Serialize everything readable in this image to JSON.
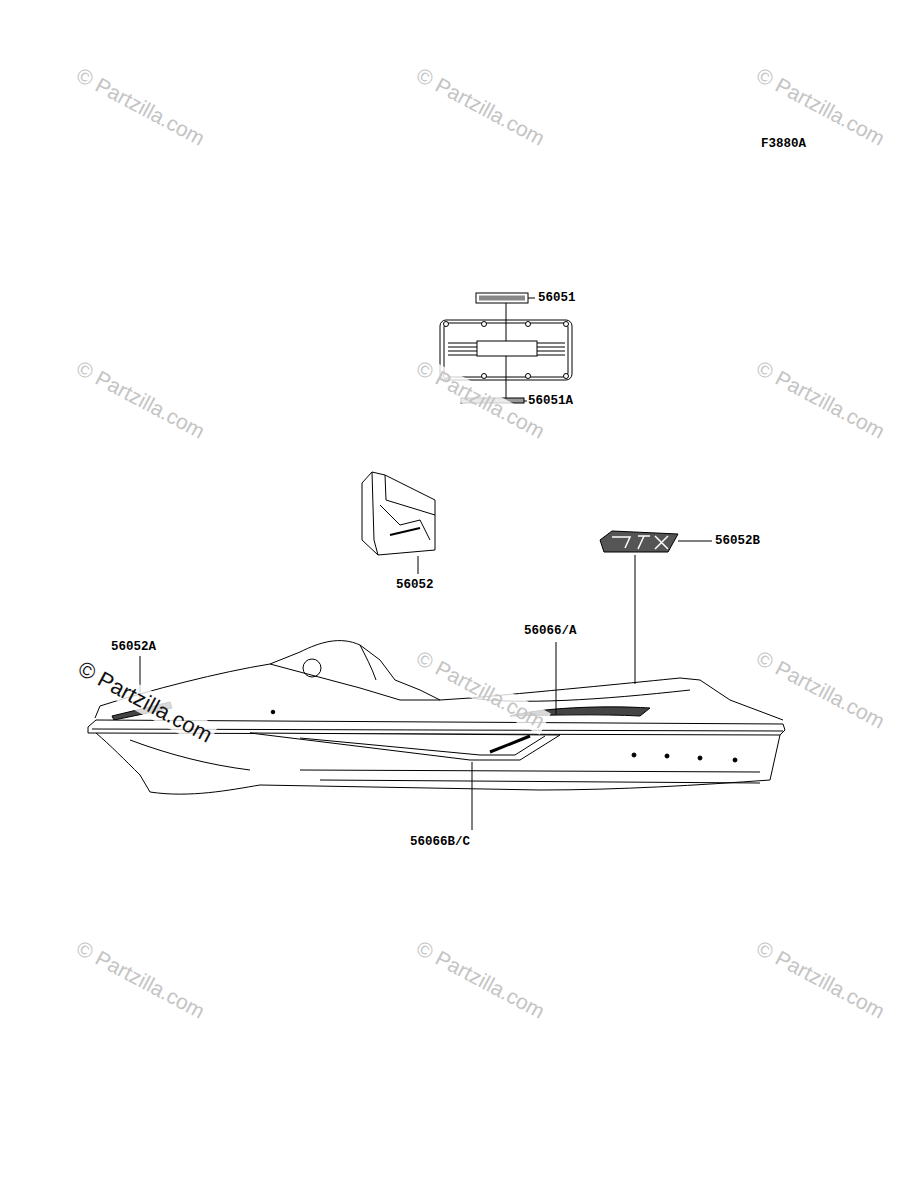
{
  "diagram": {
    "labels": [
      "F3880A",
      "56051",
      "56051A",
      "56052B",
      "56052",
      "56066/A",
      "56052A",
      "56066B/C",
      "© Partzilla.com",
      "© Partzilla.com",
      "© Partzilla.com",
      "© Partzilla.com",
      "© Partzilla.com",
      "© Partzilla.com",
      "© Partzilla.com",
      "© Partzilla.com",
      "© Partzilla.com",
      "© Partzilla.com",
      "© Partzilla.com",
      "© Partzilla.com"
    ]
  }
}
